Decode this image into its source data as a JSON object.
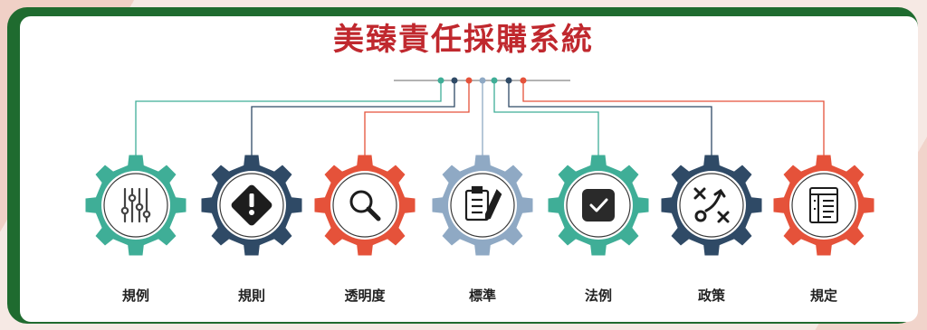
{
  "title": "美臻責任採購系統",
  "items": [
    {
      "label": "規例",
      "color": "#3fae97",
      "icon": "sliders-icon"
    },
    {
      "label": "規則",
      "color": "#2f4a66",
      "icon": "warning-diamond-icon"
    },
    {
      "label": "透明度",
      "color": "#e5523a",
      "icon": "magnifier-icon"
    },
    {
      "label": "標準",
      "color": "#8fa9c4",
      "icon": "clipboard-pencil-icon"
    },
    {
      "label": "法例",
      "color": "#3fae97",
      "icon": "checkbox-icon"
    },
    {
      "label": "政策",
      "color": "#2f4a66",
      "icon": "strategy-icon"
    },
    {
      "label": "規定",
      "color": "#e5523a",
      "icon": "document-icon"
    }
  ]
}
